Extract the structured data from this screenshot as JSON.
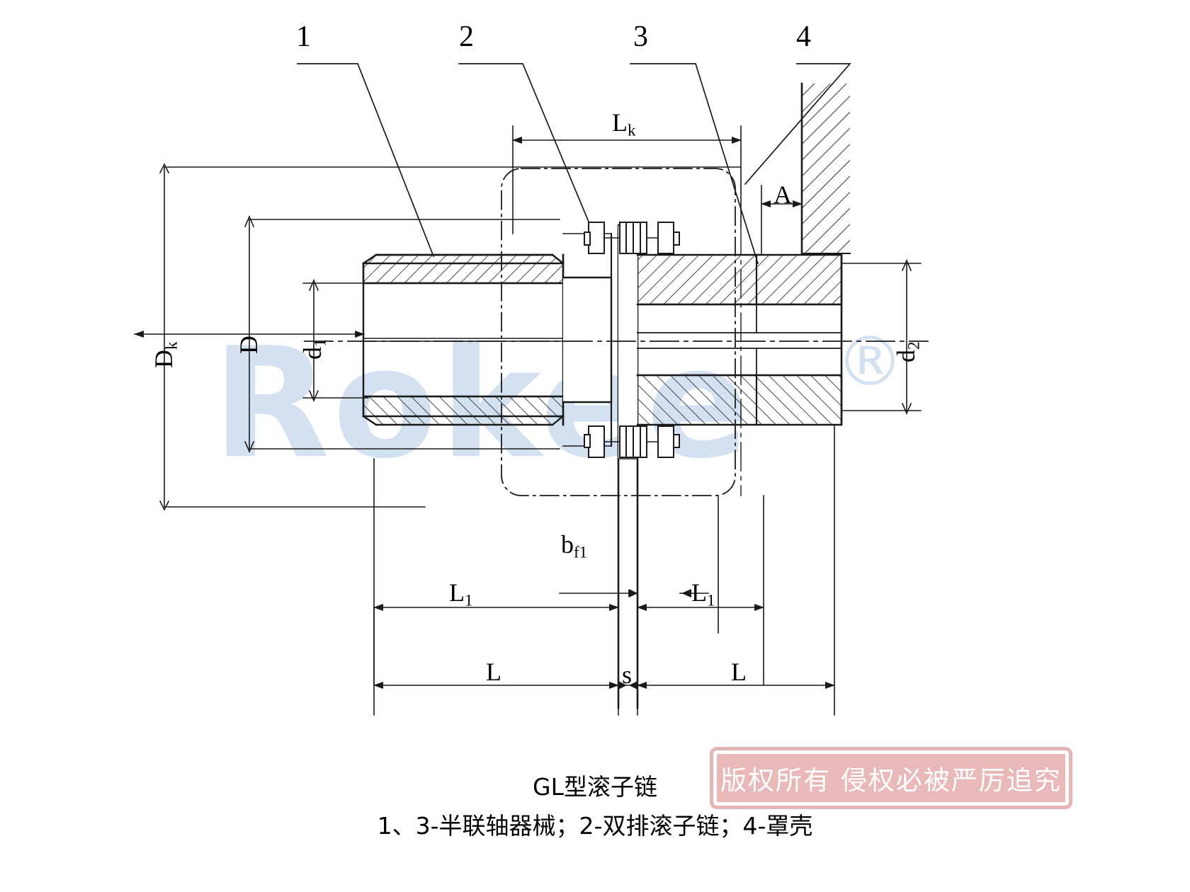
{
  "drawing": {
    "title": "GL型滚子链",
    "legend": "1、3-半联轴器械；2-双排滚子链；4-罩壳",
    "callouts": [
      {
        "id": "callout-1",
        "label": "1"
      },
      {
        "id": "callout-2",
        "label": "2"
      },
      {
        "id": "callout-3",
        "label": "3"
      },
      {
        "id": "callout-4",
        "label": "4"
      }
    ],
    "dimensions": {
      "Lk": "L",
      "Lk_sub": "k",
      "A": "A",
      "Dk": "D",
      "Dk_sub": "k",
      "D": "D",
      "d1": "d",
      "d1_sub": "1",
      "d2": "d",
      "d2_sub": "2",
      "bf1": "b",
      "bf1_sub": "f1",
      "L1_left": "L",
      "L1_left_sub": "1",
      "L1_right": "L",
      "L1_right_sub": "1",
      "L_left": "L",
      "s": "s",
      "L_right": "L"
    }
  },
  "watermark": {
    "text": "Rokee",
    "registered": "®",
    "color": "#d3e1f0"
  },
  "stamp": {
    "text": "版权所有 侵权必被严厉追究",
    "border_color": "#e3afaf",
    "fill_color": "#e8b4b4",
    "text_color": "#ffffff"
  },
  "style": {
    "line_color": "#1a1a1a",
    "background": "#ffffff"
  }
}
